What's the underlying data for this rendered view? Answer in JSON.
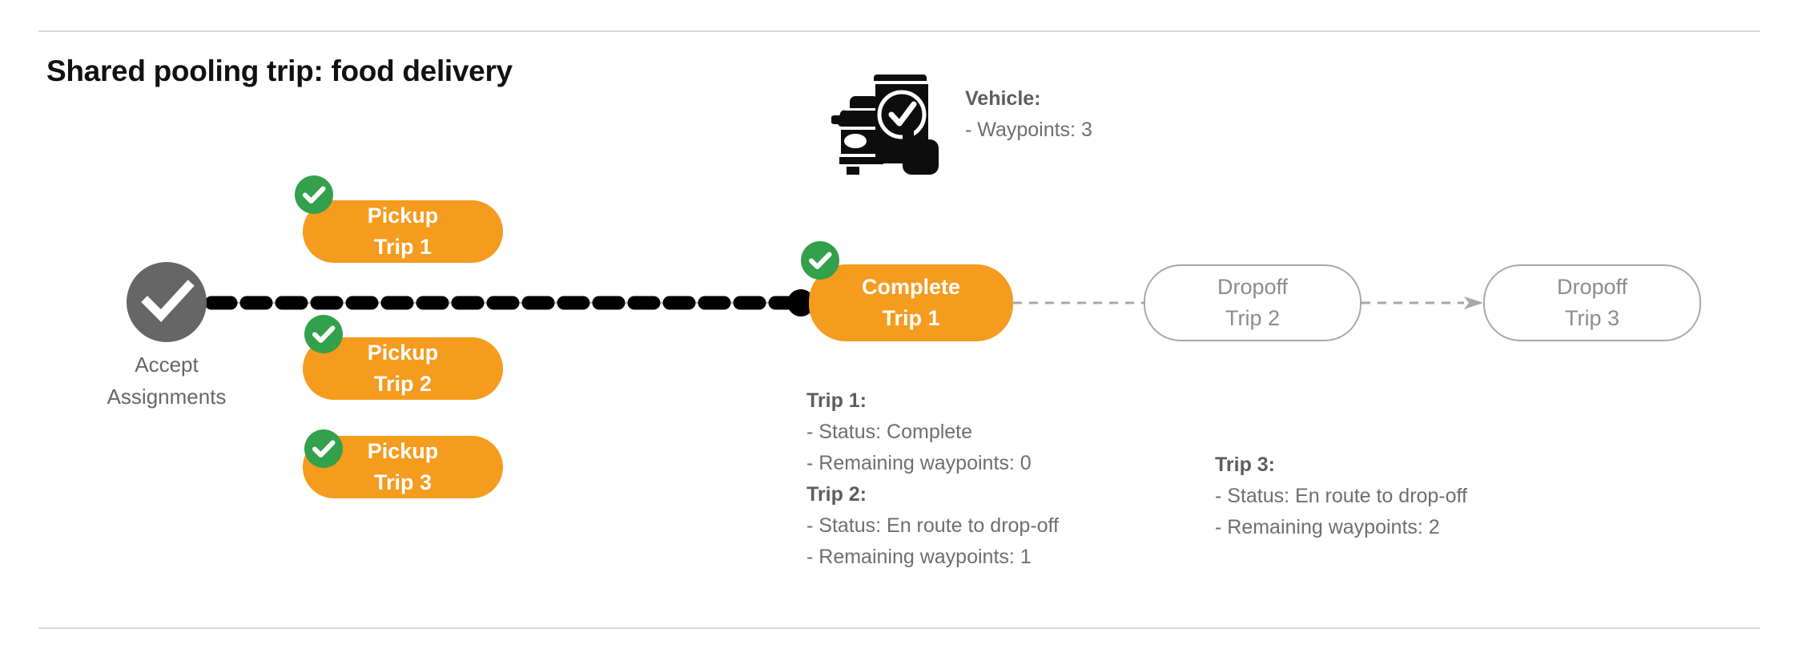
{
  "page": {
    "title": "Shared pooling trip: food delivery",
    "background": "#ffffff",
    "divider_color": "#d8d8d8"
  },
  "colors": {
    "orange": "#F59B1E",
    "green": "#33A04B",
    "gray_node": "#666666",
    "gray_text": "#6e6e6e",
    "gray_outline": "#a8a8a8",
    "black": "#000000"
  },
  "accept_node": {
    "icon": "check-circle-icon",
    "label_line1": "Accept",
    "label_line2": "Assignments"
  },
  "pickup_nodes": [
    {
      "icon": "check-badge-icon",
      "line1": "Pickup",
      "line2": "Trip 1",
      "state": "complete"
    },
    {
      "icon": "check-badge-icon",
      "line1": "Pickup",
      "line2": "Trip 2",
      "state": "complete"
    },
    {
      "icon": "check-badge-icon",
      "line1": "Pickup",
      "line2": "Trip 3",
      "state": "complete"
    }
  ],
  "complete_node": {
    "icon": "check-badge-icon",
    "line1": "Complete",
    "line2": "Trip 1",
    "state": "complete"
  },
  "dropoff_nodes": [
    {
      "line1": "Dropoff",
      "line2": "Trip 2",
      "state": "pending"
    },
    {
      "line1": "Dropoff",
      "line2": "Trip 3",
      "state": "pending"
    }
  ],
  "vehicle": {
    "icon": "car-phone-check-icon",
    "heading": "Vehicle:",
    "waypoints_line": "- Waypoints: 3"
  },
  "trip_info": {
    "left": [
      {
        "heading": "Trip 1:",
        "status": "- Status:  Complete",
        "waypoints": "- Remaining waypoints: 0"
      },
      {
        "heading": "Trip 2:",
        "status": "- Status:  En route to drop-off",
        "waypoints": "- Remaining waypoints: 1"
      }
    ],
    "right": [
      {
        "heading": "Trip 3:",
        "status": "- Status:  En route to drop-off",
        "waypoints": "- Remaining waypoints: 2"
      }
    ]
  }
}
